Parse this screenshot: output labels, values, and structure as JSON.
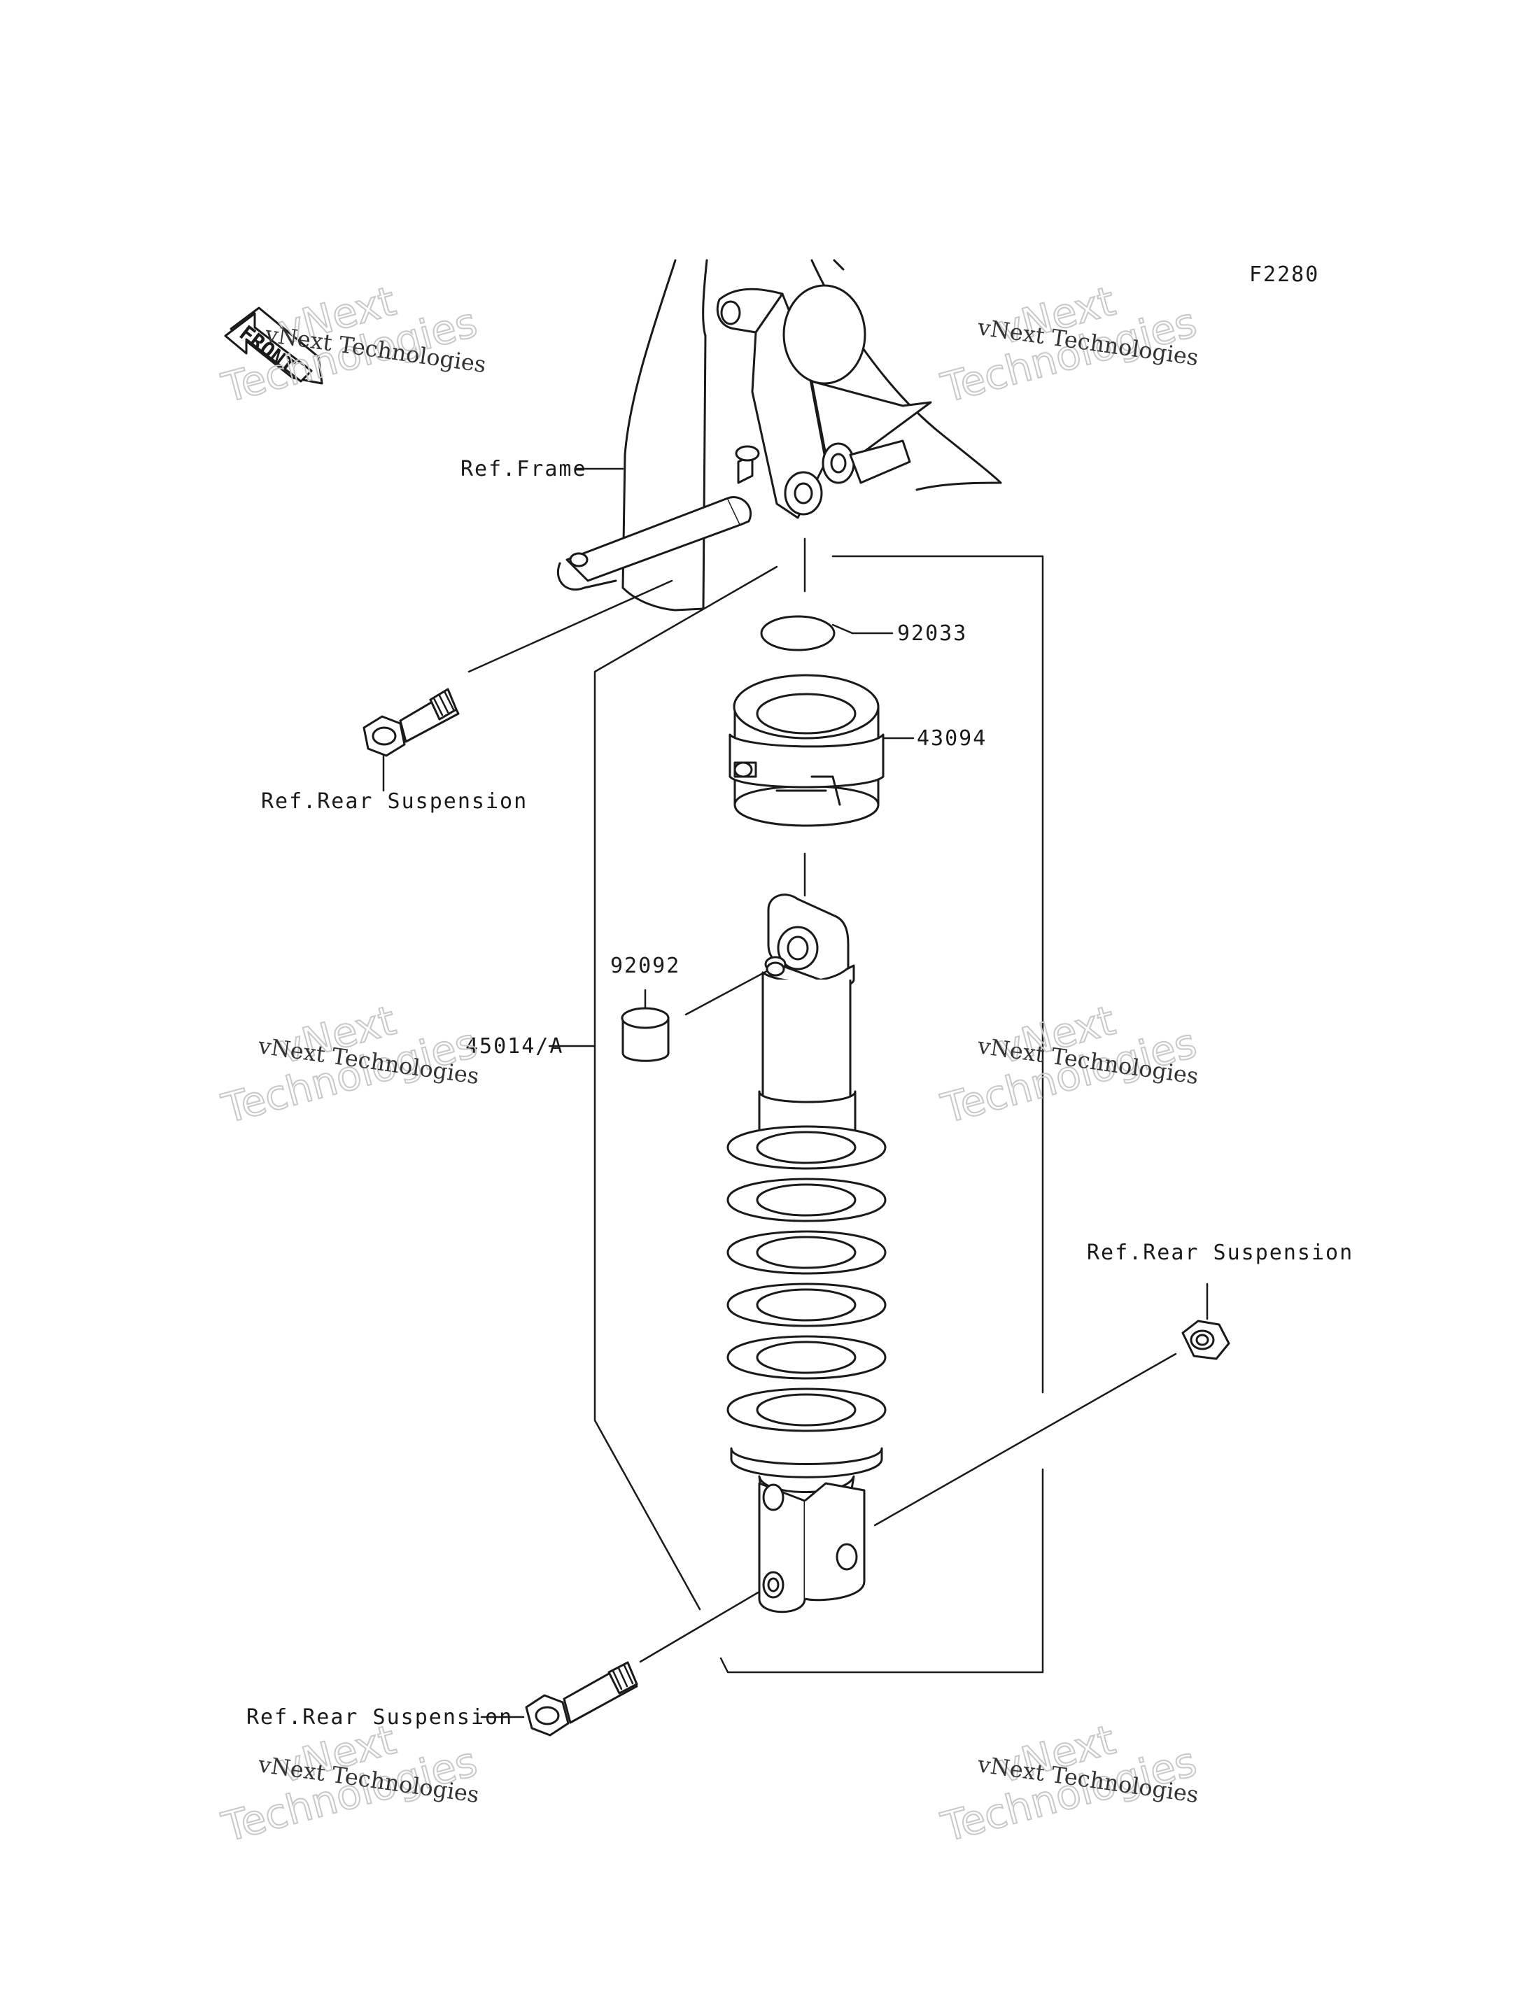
{
  "figure_code": "F2280",
  "labels": {
    "front": "FRONT",
    "ref_frame": "Ref.Frame",
    "ref_rear_suspension_top_bolt": "Ref.Rear Suspension",
    "ref_rear_suspension_nut": "Ref.Rear Suspension",
    "ref_rear_suspension_bottom_bolt": "Ref.Rear Suspension",
    "part_circlip": "92033",
    "part_adjuster": "43094",
    "part_collar": "92092",
    "part_shock_absorber": "45014/A"
  },
  "watermark": {
    "line_small": "vNext Technologies",
    "line_big_1": "vNext",
    "line_big_2": "Technologies"
  }
}
